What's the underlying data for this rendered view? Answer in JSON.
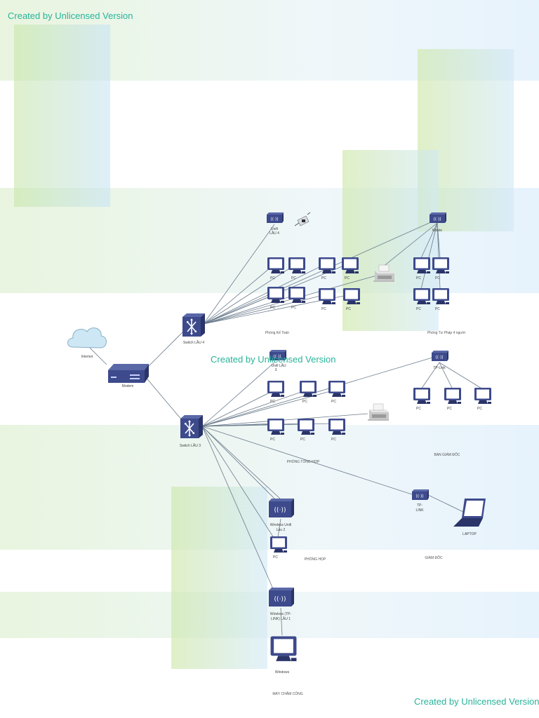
{
  "watermark": "Created by Unlicensed Version",
  "colors": {
    "device": "#3d4a8c",
    "device_dark": "#2a3468",
    "link": "#6a7b8c",
    "watermark": "#29b39a"
  },
  "nodes": {
    "internet": "Internet",
    "modem": "Modem",
    "switch_lau4": "Switch LẦU 4",
    "switch_lau3": "Switch LẦU 3",
    "unifi_lau4": [
      "Unifi",
      "LẦU 4"
    ],
    "wireless_top": "Wirele",
    "unifi_lau3": [
      "Unifi LẦU",
      "3"
    ],
    "tplink_top": "TP-Link",
    "tplink_gd": [
      "TP-",
      "LINK"
    ],
    "wireless_unifi_lau2": [
      "Wireless Unifi",
      "Lầu 2"
    ],
    "wireless_tplink_lau1": [
      "Wireless (TP-",
      "LINK) LẦU 1"
    ],
    "laptop": "LAPTOP",
    "windows": "Windows",
    "pc": "PC"
  },
  "areas": {
    "phong_ke_toan": "Phòng Kế Toán",
    "phong_tu_phap": "Phòng Tư Pháp 4 người",
    "phong_tong_hop": "PHÒNG TỔNG HỢP",
    "ban_giam_doc": "BAN GIÁM ĐỐC",
    "phong_hop": "PHÒNG HỌP",
    "giam_doc": "GIÁM ĐỐC",
    "may_cham_cong": "MÁY CHẤM CÔNG"
  }
}
